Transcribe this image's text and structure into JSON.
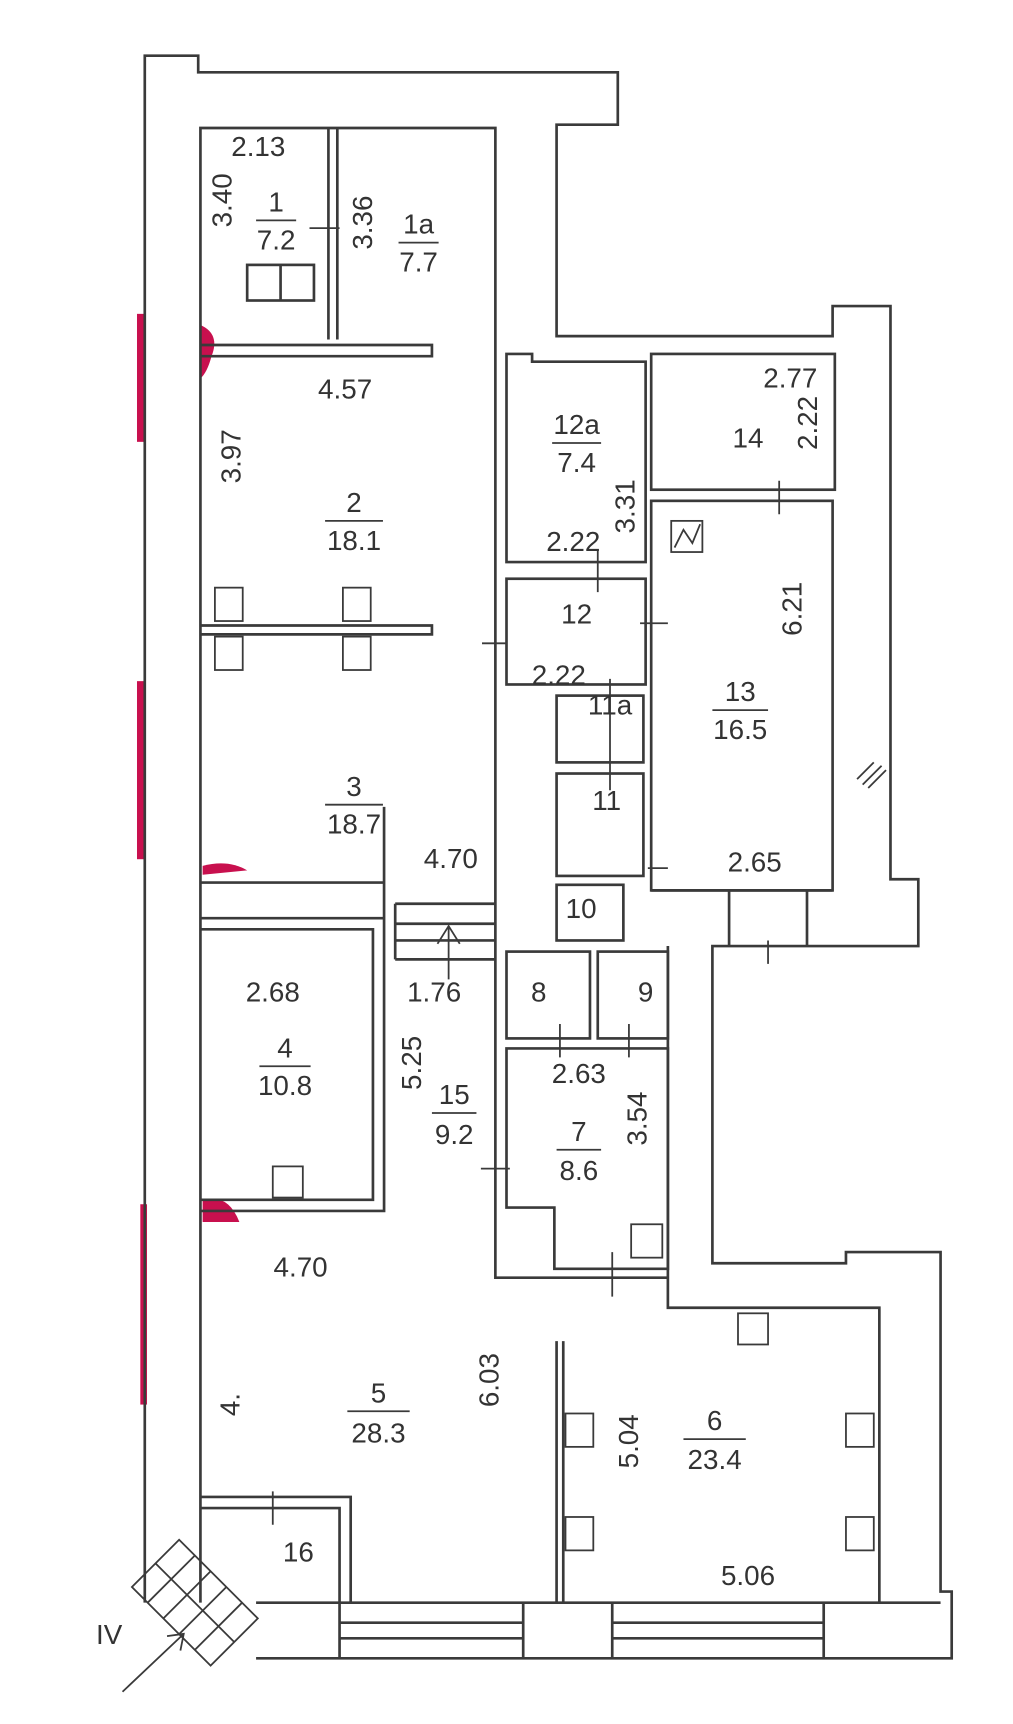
{
  "plan": {
    "entrance_label": "IV",
    "accent_color": "#c8104e",
    "rooms": [
      {
        "id": "1",
        "area": "7.2"
      },
      {
        "id": "1a",
        "area": "7.7"
      },
      {
        "id": "2",
        "area": "18.1"
      },
      {
        "id": "3",
        "area": "18.7"
      },
      {
        "id": "4",
        "area": "10.8"
      },
      {
        "id": "5",
        "area": "28.3"
      },
      {
        "id": "6",
        "area": "23.4"
      },
      {
        "id": "7",
        "area": "8.6"
      },
      {
        "id": "8"
      },
      {
        "id": "9"
      },
      {
        "id": "10"
      },
      {
        "id": "11"
      },
      {
        "id": "11a"
      },
      {
        "id": "12"
      },
      {
        "id": "12a",
        "area": "7.4"
      },
      {
        "id": "13",
        "area": "16.5"
      },
      {
        "id": "14"
      },
      {
        "id": "15",
        "area": "9.2"
      },
      {
        "id": "16"
      }
    ],
    "dimensions": [
      "2.13",
      "3.40",
      "3.36",
      "4.57",
      "3.97",
      "4.70",
      "3.31",
      "2.22",
      "2.77",
      "2.22",
      "2.22",
      "6.21",
      "2.65",
      "1.76",
      "2.68",
      "5.25",
      "2.63",
      "3.54",
      "4.70",
      "4.",
      "6.03",
      "5.04",
      "5.06"
    ]
  }
}
